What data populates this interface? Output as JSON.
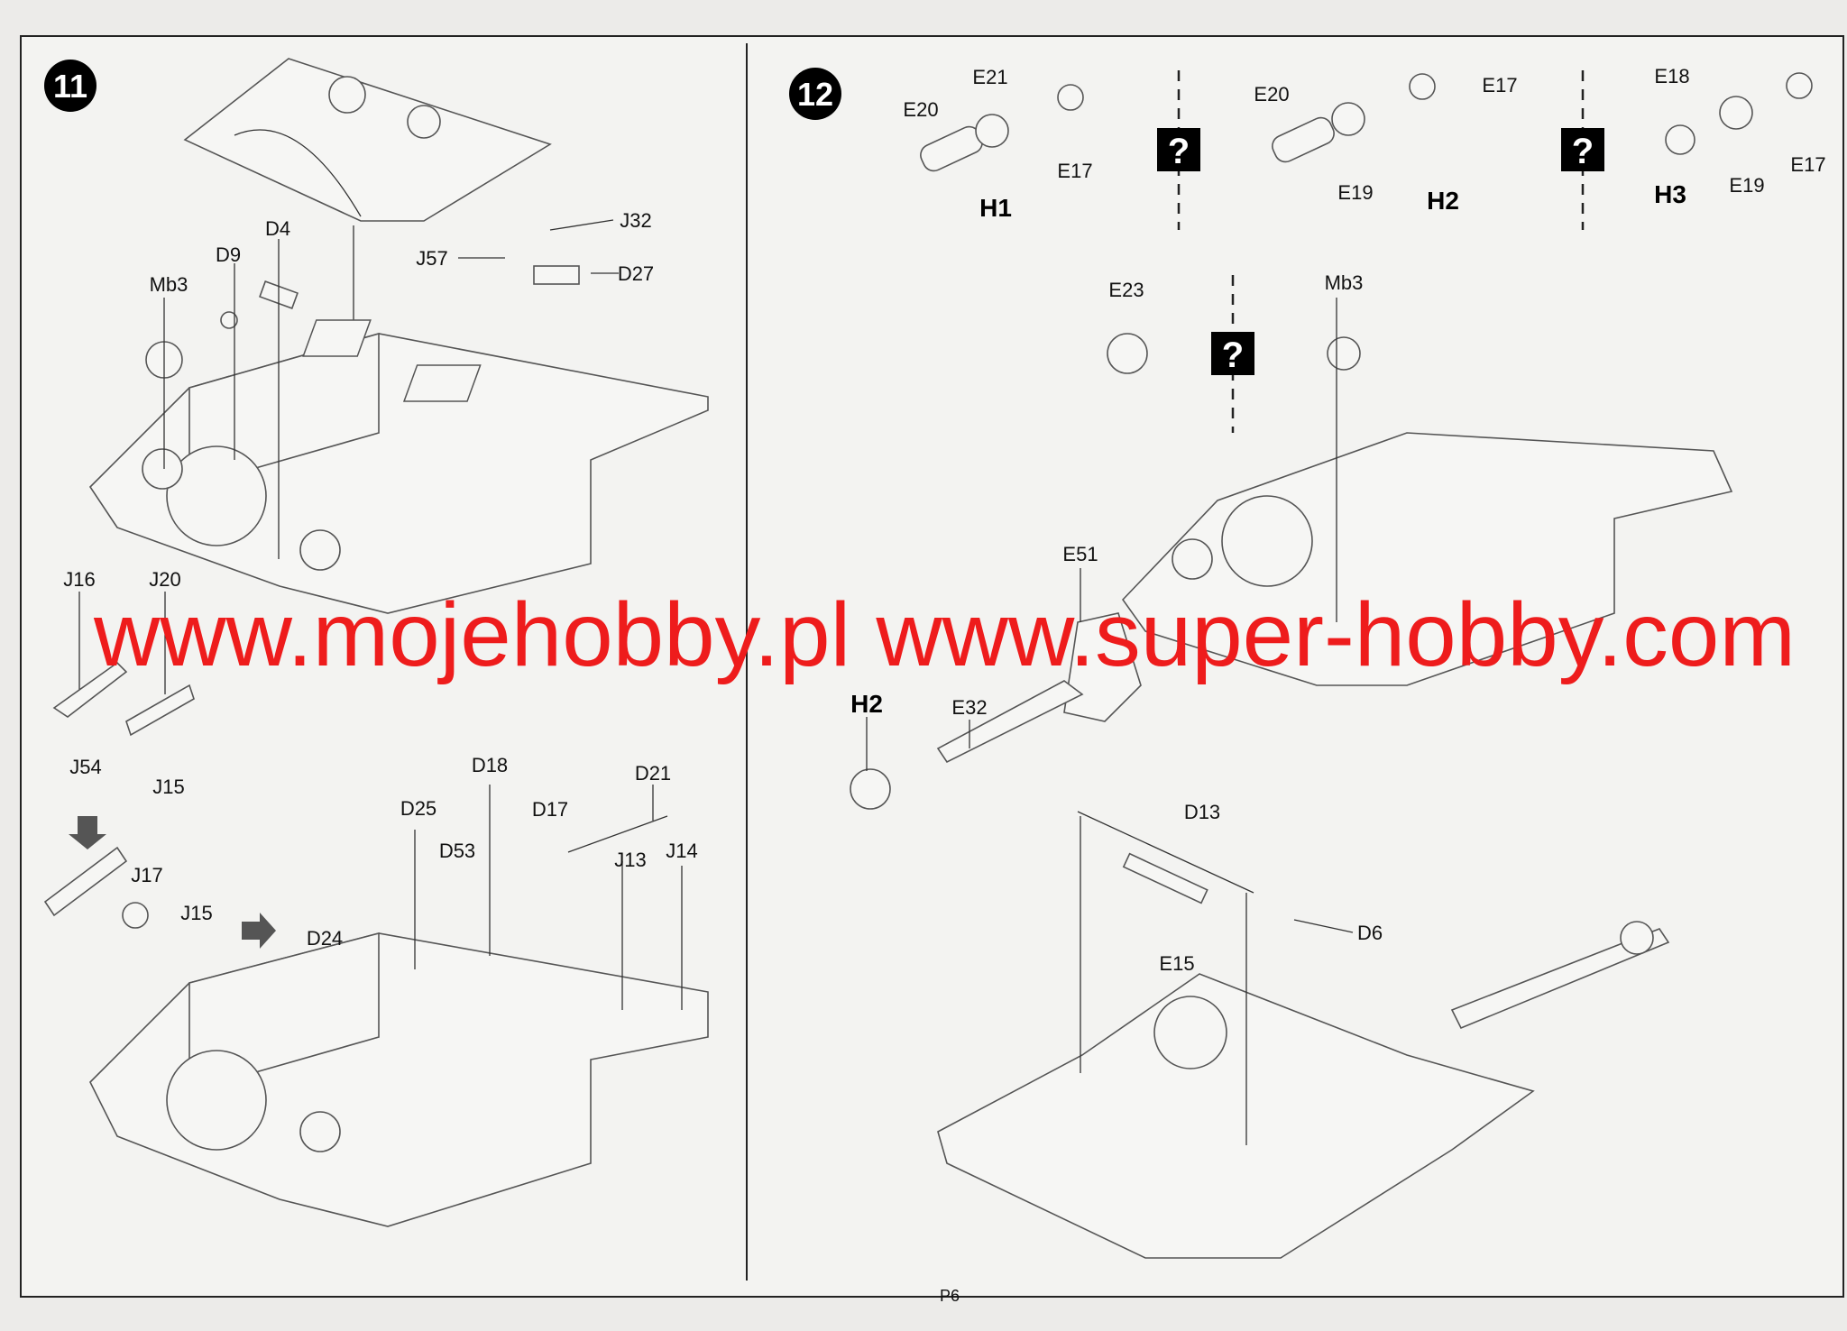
{
  "page_number": "P6",
  "watermark": "www.mojehobby.pl www.super-hobby.com",
  "step11": {
    "number": "11",
    "labels": [
      "Mb3",
      "D9",
      "D4",
      "J32",
      "J57",
      "D27",
      "J16",
      "J20",
      "J54",
      "J15",
      "J17",
      "J15",
      "D18",
      "D21",
      "D25",
      "D17",
      "D53",
      "J13",
      "J14",
      "D24"
    ]
  },
  "step12": {
    "number": "12",
    "options": [
      {
        "name": "H1",
        "labels": [
          "E20",
          "E21",
          "E17"
        ]
      },
      {
        "name": "H2",
        "labels": [
          "E20",
          "E17",
          "E19"
        ]
      },
      {
        "name": "H3",
        "labels": [
          "E18",
          "E19",
          "E17"
        ]
      }
    ],
    "question_mark": "?",
    "labels": [
      "E23",
      "Mb3",
      "E51",
      "E32",
      "H2",
      "D13",
      "D6",
      "E15"
    ]
  }
}
